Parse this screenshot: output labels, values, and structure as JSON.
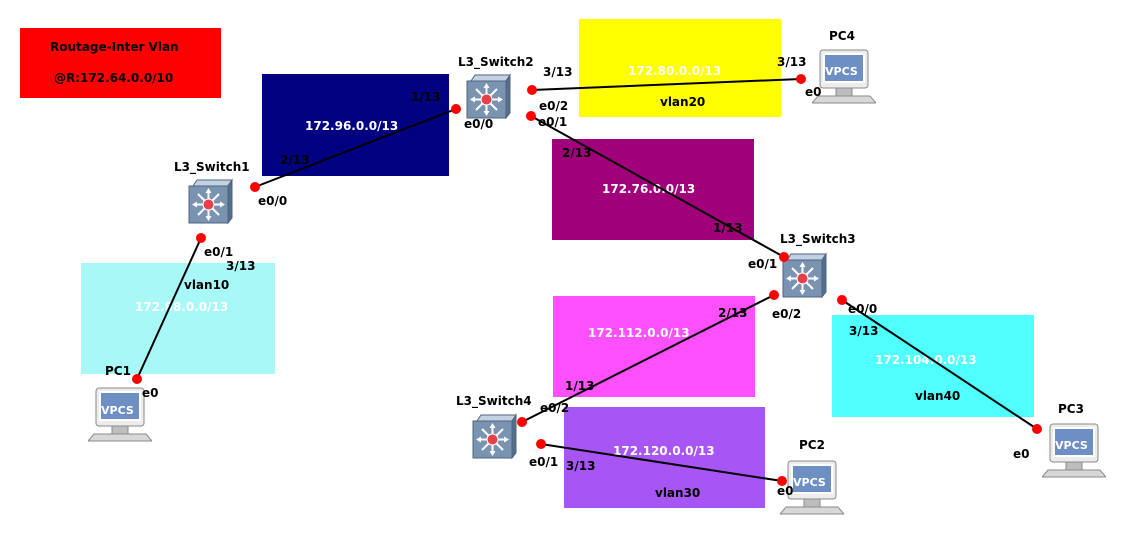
{
  "title_box": {
    "line1": "Routage-Inter Vlan",
    "line2": "@R:172.64.0.0/10",
    "color": "#ff0000"
  },
  "zones": [
    {
      "id": "z1",
      "network": "172.96.0.0/13",
      "vlan": "",
      "color": "#000080"
    },
    {
      "id": "z2",
      "network": "172.80.0.0/13",
      "vlan": "vlan20",
      "color": "#ffff00"
    },
    {
      "id": "z3",
      "network": "172.76.0.0/13",
      "vlan": "",
      "color": "#a0007a"
    },
    {
      "id": "z4",
      "network": "172.88.0.0/13",
      "vlan": "vlan10",
      "color": "#a8f8f8"
    },
    {
      "id": "z5",
      "network": "172.112.0.0/13",
      "vlan": "",
      "color": "#ff50ff"
    },
    {
      "id": "z6",
      "network": "172.104.0.0/13",
      "vlan": "vlan40",
      "color": "#50ffff"
    },
    {
      "id": "z7",
      "network": "172.120.0.0/13",
      "vlan": "vlan30",
      "color": "#a855f5"
    }
  ],
  "devices": {
    "switches": [
      {
        "id": "sw1",
        "label": "L3_Switch1",
        "icon": "l3-switch-icon"
      },
      {
        "id": "sw2",
        "label": "L3_Switch2",
        "icon": "l3-switch-icon"
      },
      {
        "id": "sw3",
        "label": "L3_Switch3",
        "icon": "l3-switch-icon"
      },
      {
        "id": "sw4",
        "label": "L3_Switch4",
        "icon": "l3-switch-icon"
      }
    ],
    "pcs": [
      {
        "id": "pc1",
        "label": "PC1",
        "screen_text": "VPCS",
        "icon": "vpcs-pc-icon"
      },
      {
        "id": "pc2",
        "label": "PC2",
        "screen_text": "VPCS",
        "icon": "vpcs-pc-icon"
      },
      {
        "id": "pc3",
        "label": "PC3",
        "screen_text": "VPCS",
        "icon": "vpcs-pc-icon"
      },
      {
        "id": "pc4",
        "label": "PC4",
        "screen_text": "VPCS",
        "icon": "vpcs-pc-icon"
      }
    ]
  },
  "links": [
    {
      "id": "l1",
      "from": "sw1",
      "to": "sw2",
      "from_port": "e0/0",
      "to_port": "e0/0",
      "from_ip": "2/13",
      "to_ip": "1/13"
    },
    {
      "id": "l2",
      "from": "sw2",
      "to": "pc4",
      "from_port": "e0/2",
      "to_port": "e0",
      "from_ip": "3/13",
      "to_ip": "3/13"
    },
    {
      "id": "l3",
      "from": "sw2",
      "to": "sw3",
      "from_port": "e0/1",
      "to_port": "e0/1",
      "from_ip": "2/13",
      "to_ip": "1/13"
    },
    {
      "id": "l4",
      "from": "sw1",
      "to": "pc1",
      "from_port": "e0/1",
      "to_port": "e0",
      "from_ip": "3/13",
      "to_ip": ""
    },
    {
      "id": "l5",
      "from": "sw3",
      "to": "sw4",
      "from_port": "e0/2",
      "to_port": "e0/2",
      "from_ip": "2/13",
      "to_ip": "1/13"
    },
    {
      "id": "l6",
      "from": "sw3",
      "to": "pc3",
      "from_port": "e0/0",
      "to_port": "e0",
      "from_ip": "3/13",
      "to_ip": ""
    },
    {
      "id": "l7",
      "from": "sw4",
      "to": "pc2",
      "from_port": "e0/1",
      "to_port": "e0",
      "from_ip": "3/13",
      "to_ip": ""
    }
  ],
  "colors": {
    "link": "#000000",
    "port_dot": "#ff0000",
    "switch_body": "#7a93b0",
    "pc_screen": "#6e8fc4"
  }
}
